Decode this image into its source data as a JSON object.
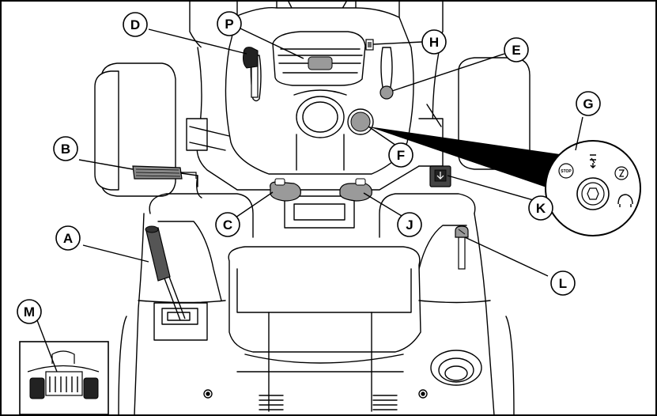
{
  "callouts": {
    "A": "A",
    "B": "B",
    "C": "C",
    "D": "D",
    "E": "E",
    "F": "F",
    "G": "G",
    "H": "H",
    "J": "J",
    "K": "K",
    "L": "L",
    "M": "M",
    "P": "P"
  },
  "ignition_labels": {
    "stop": "STOP"
  },
  "colors": {
    "line": "#000000",
    "fill_light": "#ffffff",
    "fill_gray": "#b4b4b4",
    "fill_dark": "#4a4a4a"
  }
}
